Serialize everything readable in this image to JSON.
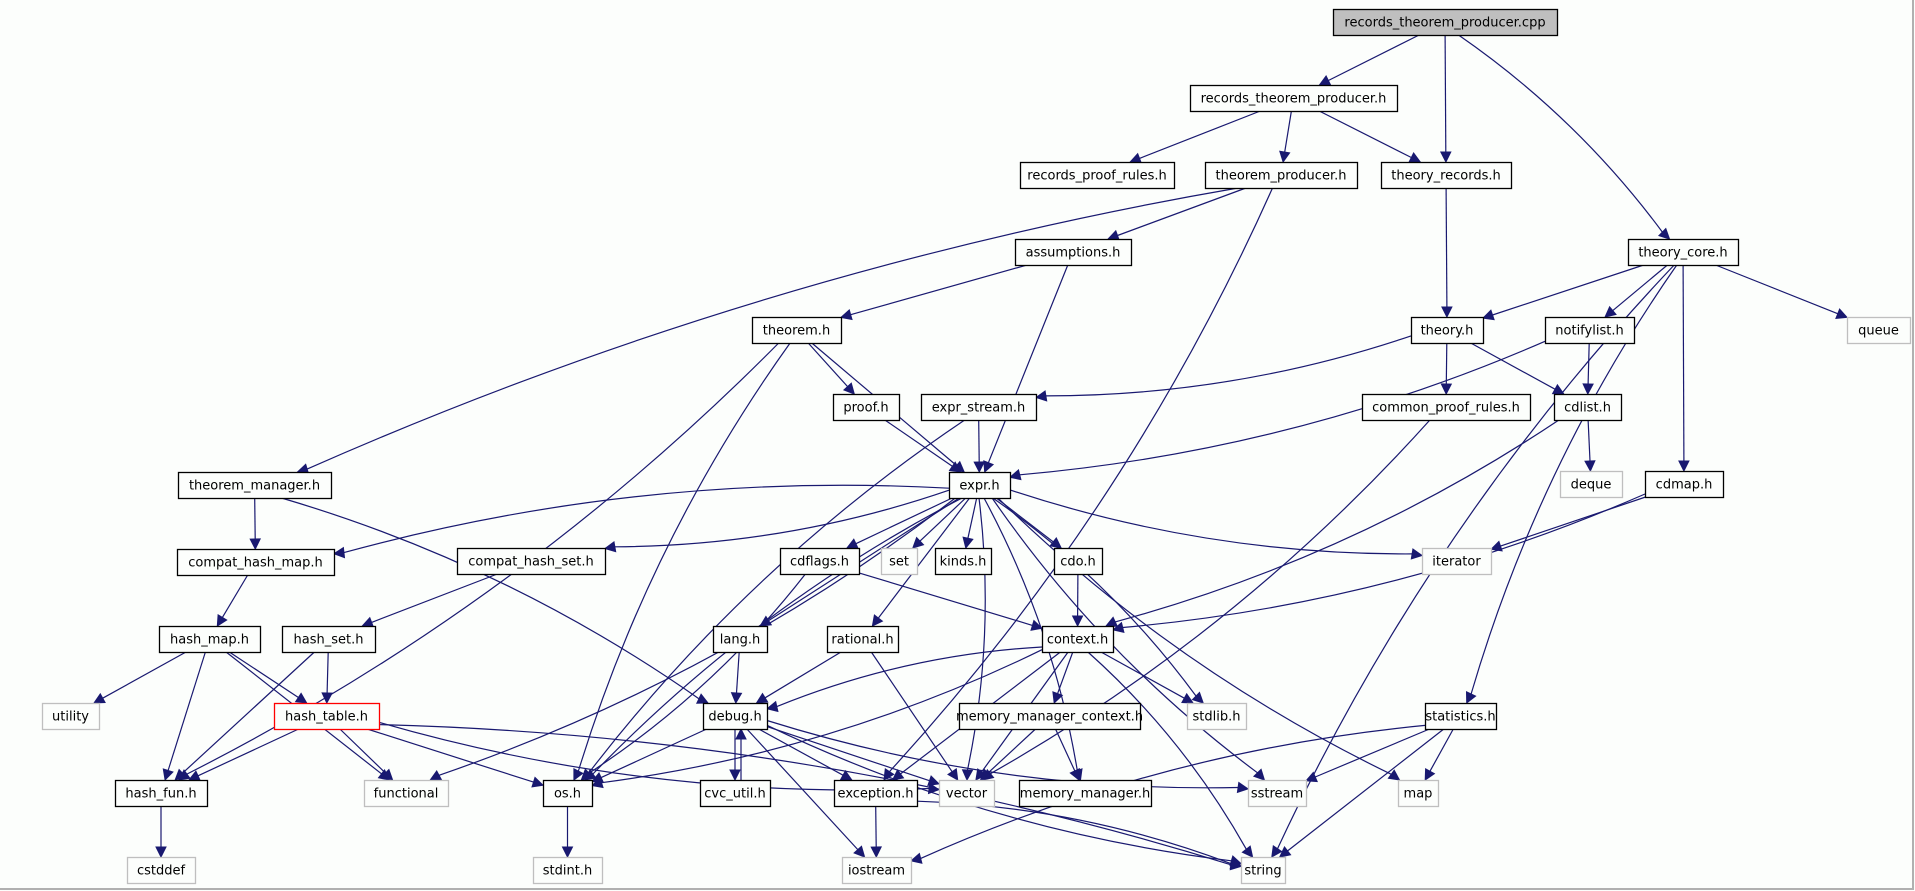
{
  "diagram": {
    "type": "include-dependency-graph",
    "root": "records_theorem_producer.cpp",
    "colors": {
      "edge": "#191970",
      "node_border": "#000000",
      "system_border": "#bfbfbf",
      "root_fill": "#bfbfbf",
      "truncated_border": "#ff0000",
      "background": "#fcfefc"
    },
    "nodes": [
      {
        "id": "records_theorem_producer_cpp",
        "label": "records_theorem_producer.cpp",
        "kind": "root"
      },
      {
        "id": "records_theorem_producer_h",
        "label": "records_theorem_producer.h",
        "kind": "header"
      },
      {
        "id": "records_proof_rules_h",
        "label": "records_proof_rules.h",
        "kind": "header"
      },
      {
        "id": "theorem_producer_h",
        "label": "theorem_producer.h",
        "kind": "header"
      },
      {
        "id": "theory_records_h",
        "label": "theory_records.h",
        "kind": "header"
      },
      {
        "id": "theory_core_h",
        "label": "theory_core.h",
        "kind": "header"
      },
      {
        "id": "assumptions_h",
        "label": "assumptions.h",
        "kind": "header"
      },
      {
        "id": "theorem_h",
        "label": "theorem.h",
        "kind": "header"
      },
      {
        "id": "theory_h",
        "label": "theory.h",
        "kind": "header"
      },
      {
        "id": "notifylist_h",
        "label": "notifylist.h",
        "kind": "header"
      },
      {
        "id": "queue",
        "label": "queue",
        "kind": "system"
      },
      {
        "id": "proof_h",
        "label": "proof.h",
        "kind": "header"
      },
      {
        "id": "expr_stream_h",
        "label": "expr_stream.h",
        "kind": "header"
      },
      {
        "id": "common_proof_rules_h",
        "label": "common_proof_rules.h",
        "kind": "header"
      },
      {
        "id": "cdlist_h",
        "label": "cdlist.h",
        "kind": "header"
      },
      {
        "id": "theorem_manager_h",
        "label": "theorem_manager.h",
        "kind": "header"
      },
      {
        "id": "expr_h",
        "label": "expr.h",
        "kind": "header"
      },
      {
        "id": "deque",
        "label": "deque",
        "kind": "system"
      },
      {
        "id": "cdmap_h",
        "label": "cdmap.h",
        "kind": "header"
      },
      {
        "id": "compat_hash_map_h",
        "label": "compat_hash_map.h",
        "kind": "header"
      },
      {
        "id": "compat_hash_set_h",
        "label": "compat_hash_set.h",
        "kind": "header"
      },
      {
        "id": "cdflags_h",
        "label": "cdflags.h",
        "kind": "header"
      },
      {
        "id": "set",
        "label": "set",
        "kind": "system"
      },
      {
        "id": "kinds_h",
        "label": "kinds.h",
        "kind": "header"
      },
      {
        "id": "cdo_h",
        "label": "cdo.h",
        "kind": "header"
      },
      {
        "id": "iterator",
        "label": "iterator",
        "kind": "system"
      },
      {
        "id": "hash_map_h",
        "label": "hash_map.h",
        "kind": "header"
      },
      {
        "id": "hash_set_h",
        "label": "hash_set.h",
        "kind": "header"
      },
      {
        "id": "lang_h",
        "label": "lang.h",
        "kind": "header"
      },
      {
        "id": "rational_h",
        "label": "rational.h",
        "kind": "header"
      },
      {
        "id": "context_h",
        "label": "context.h",
        "kind": "header"
      },
      {
        "id": "utility",
        "label": "utility",
        "kind": "system"
      },
      {
        "id": "hash_table_h",
        "label": "hash_table.h",
        "kind": "truncated"
      },
      {
        "id": "debug_h",
        "label": "debug.h",
        "kind": "header"
      },
      {
        "id": "memory_manager_context_h",
        "label": "memory_manager_context.h",
        "kind": "header"
      },
      {
        "id": "stdlib_h",
        "label": "stdlib.h",
        "kind": "system"
      },
      {
        "id": "statistics_h",
        "label": "statistics.h",
        "kind": "header"
      },
      {
        "id": "hash_fun_h",
        "label": "hash_fun.h",
        "kind": "header"
      },
      {
        "id": "functional",
        "label": "functional",
        "kind": "system"
      },
      {
        "id": "os_h",
        "label": "os.h",
        "kind": "header"
      },
      {
        "id": "cvc_util_h",
        "label": "cvc_util.h",
        "kind": "header"
      },
      {
        "id": "exception_h",
        "label": "exception.h",
        "kind": "header"
      },
      {
        "id": "vector",
        "label": "vector",
        "kind": "system"
      },
      {
        "id": "memory_manager_h",
        "label": "memory_manager.h",
        "kind": "header"
      },
      {
        "id": "sstream",
        "label": "sstream",
        "kind": "system"
      },
      {
        "id": "map",
        "label": "map",
        "kind": "system"
      },
      {
        "id": "cstddef",
        "label": "cstddef",
        "kind": "system"
      },
      {
        "id": "stdint_h",
        "label": "stdint.h",
        "kind": "system"
      },
      {
        "id": "iostream",
        "label": "iostream",
        "kind": "system"
      },
      {
        "id": "string",
        "label": "string",
        "kind": "system"
      }
    ],
    "edges": [
      [
        "records_theorem_producer_cpp",
        "records_theorem_producer_h"
      ],
      [
        "records_theorem_producer_cpp",
        "theory_records_h"
      ],
      [
        "records_theorem_producer_cpp",
        "theory_core_h"
      ],
      [
        "records_theorem_producer_h",
        "records_proof_rules_h"
      ],
      [
        "records_theorem_producer_h",
        "theorem_producer_h"
      ],
      [
        "records_theorem_producer_h",
        "theory_records_h"
      ],
      [
        "theorem_producer_h",
        "assumptions_h"
      ],
      [
        "theorem_producer_h",
        "theorem_manager_h"
      ],
      [
        "theorem_producer_h",
        "exception_h"
      ],
      [
        "theory_records_h",
        "theory_h"
      ],
      [
        "theory_core_h",
        "theory_h"
      ],
      [
        "theory_core_h",
        "notifylist_h"
      ],
      [
        "theory_core_h",
        "cdmap_h"
      ],
      [
        "theory_core_h",
        "statistics_h"
      ],
      [
        "theory_core_h",
        "queue"
      ],
      [
        "theory_core_h",
        "string"
      ],
      [
        "assumptions_h",
        "theorem_h"
      ],
      [
        "assumptions_h",
        "expr_h"
      ],
      [
        "theorem_h",
        "proof_h"
      ],
      [
        "theorem_h",
        "expr_h"
      ],
      [
        "theorem_h",
        "hash_fun_h"
      ],
      [
        "theorem_h",
        "os_h"
      ],
      [
        "theory_h",
        "expr_stream_h"
      ],
      [
        "theory_h",
        "common_proof_rules_h"
      ],
      [
        "theory_h",
        "cdlist_h"
      ],
      [
        "notifylist_h",
        "cdlist_h"
      ],
      [
        "notifylist_h",
        "expr_h"
      ],
      [
        "proof_h",
        "expr_h"
      ],
      [
        "expr_stream_h",
        "expr_h"
      ],
      [
        "expr_stream_h",
        "os_h"
      ],
      [
        "common_proof_rules_h",
        "vector"
      ],
      [
        "cdlist_h",
        "deque"
      ],
      [
        "cdlist_h",
        "context_h"
      ],
      [
        "cdmap_h",
        "iterator"
      ],
      [
        "cdmap_h",
        "context_h"
      ],
      [
        "theorem_manager_h",
        "compat_hash_map_h"
      ],
      [
        "theorem_manager_h",
        "debug_h"
      ],
      [
        "expr_h",
        "compat_hash_map_h"
      ],
      [
        "expr_h",
        "compat_hash_set_h"
      ],
      [
        "expr_h",
        "cdflags_h"
      ],
      [
        "expr_h",
        "set"
      ],
      [
        "expr_h",
        "kinds_h"
      ],
      [
        "expr_h",
        "cdo_h"
      ],
      [
        "expr_h",
        "iterator"
      ],
      [
        "expr_h",
        "lang_h"
      ],
      [
        "expr_h",
        "rational_h"
      ],
      [
        "expr_h",
        "functional"
      ],
      [
        "expr_h",
        "os_h"
      ],
      [
        "expr_h",
        "stdlib_h"
      ],
      [
        "expr_h",
        "sstream"
      ],
      [
        "expr_h",
        "memory_manager_h"
      ],
      [
        "expr_h",
        "map"
      ],
      [
        "expr_h",
        "vector"
      ],
      [
        "compat_hash_map_h",
        "hash_map_h"
      ],
      [
        "compat_hash_set_h",
        "hash_set_h"
      ],
      [
        "cdflags_h",
        "context_h"
      ],
      [
        "cdflags_h",
        "os_h"
      ],
      [
        "cdo_h",
        "context_h"
      ],
      [
        "hash_map_h",
        "utility"
      ],
      [
        "hash_map_h",
        "hash_fun_h"
      ],
      [
        "hash_map_h",
        "hash_table_h"
      ],
      [
        "hash_map_h",
        "functional"
      ],
      [
        "hash_set_h",
        "hash_table_h"
      ],
      [
        "hash_set_h",
        "hash_fun_h"
      ],
      [
        "lang_h",
        "debug_h"
      ],
      [
        "rational_h",
        "debug_h"
      ],
      [
        "rational_h",
        "vector"
      ],
      [
        "context_h",
        "debug_h"
      ],
      [
        "context_h",
        "memory_manager_context_h"
      ],
      [
        "context_h",
        "stdlib_h"
      ],
      [
        "context_h",
        "os_h"
      ],
      [
        "context_h",
        "vector"
      ],
      [
        "context_h",
        "string"
      ],
      [
        "context_h",
        "exception_h"
      ],
      [
        "hash_table_h",
        "hash_fun_h"
      ],
      [
        "hash_table_h",
        "functional"
      ],
      [
        "hash_table_h",
        "os_h"
      ],
      [
        "hash_table_h",
        "vector"
      ],
      [
        "hash_table_h",
        "string"
      ],
      [
        "debug_h",
        "os_h"
      ],
      [
        "debug_h",
        "cvc_util_h"
      ],
      [
        "debug_h",
        "exception_h"
      ],
      [
        "debug_h",
        "vector"
      ],
      [
        "debug_h",
        "sstream"
      ],
      [
        "debug_h",
        "iostream"
      ],
      [
        "debug_h",
        "string"
      ],
      [
        "cvc_util_h",
        "debug_h"
      ],
      [
        "memory_manager_context_h",
        "vector"
      ],
      [
        "memory_manager_context_h",
        "memory_manager_h"
      ],
      [
        "statistics_h",
        "sstream"
      ],
      [
        "statistics_h",
        "map"
      ],
      [
        "statistics_h",
        "iostream"
      ],
      [
        "statistics_h",
        "string"
      ],
      [
        "hash_fun_h",
        "cstddef"
      ],
      [
        "os_h",
        "stdint_h"
      ],
      [
        "exception_h",
        "iostream"
      ],
      [
        "exception_h",
        "string"
      ]
    ]
  }
}
